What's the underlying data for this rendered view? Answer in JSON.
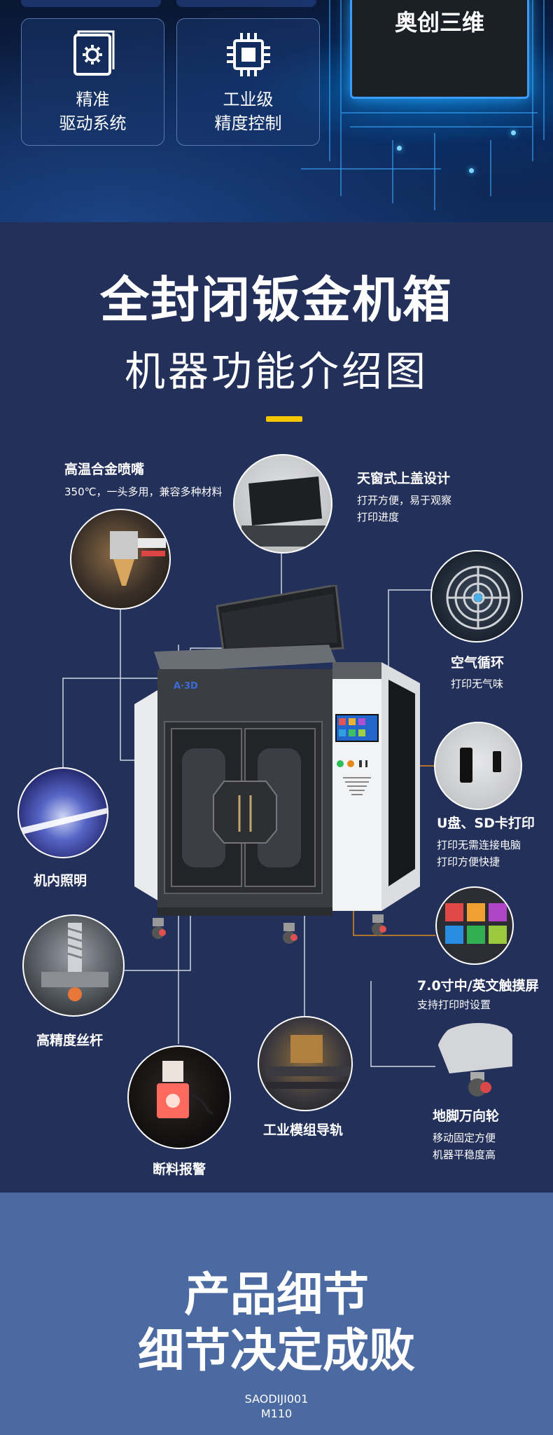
{
  "hero": {
    "cards": [
      {
        "icon": "gear-document-icon",
        "line1": "精准",
        "line2": "驱动系统"
      },
      {
        "icon": "chip-icon",
        "line1": "工业级",
        "line2": "精度控制"
      }
    ],
    "brand": "奥创三维"
  },
  "features_section": {
    "title": "全封闭钣金机箱",
    "subtitle": "机器功能介绍图",
    "accent_color": "#f6c600",
    "features": {
      "nozzle": {
        "title": "高温合金喷嘴",
        "desc": "350℃，一头多用，兼容多种材料"
      },
      "skylight": {
        "title": "天窗式上盖设计",
        "desc1": "打开方便，易于观察",
        "desc2": "打印进度"
      },
      "air": {
        "title": "空气循环",
        "desc": "打印无气味"
      },
      "usb": {
        "title": "U盘、SD卡打印",
        "desc1": "打印无需连接电脑",
        "desc2": "打印方便快捷"
      },
      "screen": {
        "title": "7.0寸中/英文触摸屏",
        "desc": "支持打印时设置"
      },
      "caster": {
        "title": "地脚万向轮",
        "desc1": "移动固定方便",
        "desc2": "机器平稳度高"
      },
      "light": {
        "title": "机内照明"
      },
      "screw": {
        "title": "高精度丝杆"
      },
      "rail": {
        "title": "工业模组导轨"
      },
      "filament": {
        "title": "断料报警"
      }
    }
  },
  "bottom": {
    "line1": "产品细节",
    "line2": "细节决定成败",
    "model1": "SAODIJI001",
    "model2": "M110"
  }
}
